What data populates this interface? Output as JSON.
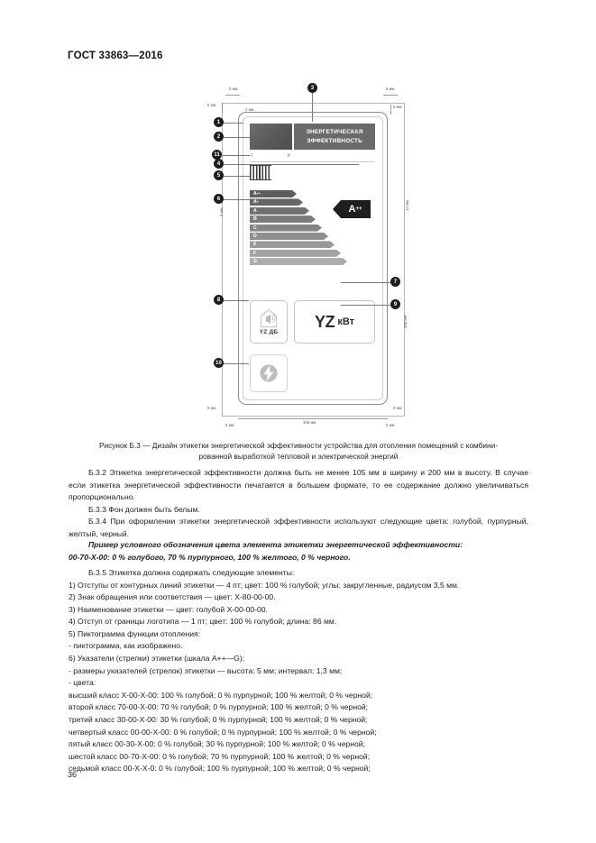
{
  "header": {
    "standard": "ГОСТ 33863—2016"
  },
  "page_number": "36",
  "figure": {
    "label": {
      "banner_line1": "ЭНЕРГЕТИЧЕСКАЯ",
      "banner_line2": "ЭФФЕКТИВНОСТЬ",
      "roman_one": "I",
      "roman_two": "II",
      "class_marker": "A",
      "class_marker_sup": "++",
      "sound_value": "YZ ДБ",
      "power_value": "YZ",
      "power_unit": "кВт",
      "scale": [
        {
          "label": "A",
          "sup": "++",
          "width": 52,
          "color": "#5d5d5d"
        },
        {
          "label": "A",
          "sup": "+",
          "width": 59,
          "color": "#676767"
        },
        {
          "label": "A",
          "sup": "",
          "width": 66,
          "color": "#717171"
        },
        {
          "label": "B",
          "sup": "",
          "width": 73,
          "color": "#7b7b7b"
        },
        {
          "label": "C",
          "sup": "",
          "width": 80,
          "color": "#858585"
        },
        {
          "label": "D",
          "sup": "",
          "width": 87,
          "color": "#8f8f8f"
        },
        {
          "label": "E",
          "sup": "",
          "width": 94,
          "color": "#999999"
        },
        {
          "label": "F",
          "sup": "",
          "width": 101,
          "color": "#a3a3a3"
        },
        {
          "label": "G",
          "sup": "",
          "width": 108,
          "color": "#adadad"
        }
      ]
    },
    "callouts": [
      {
        "n": "1"
      },
      {
        "n": "2"
      },
      {
        "n": "11"
      },
      {
        "n": "4"
      },
      {
        "n": "5"
      },
      {
        "n": "6"
      },
      {
        "n": "3"
      },
      {
        "n": "7"
      },
      {
        "n": "8"
      },
      {
        "n": "9"
      },
      {
        "n": "10"
      }
    ],
    "dimensions": {
      "top_left_5mm": "5 мм",
      "top_right_5mm": "5 мм",
      "left_5mm": "5 мм",
      "right_5mm": "5 мм",
      "inner_2mm": "2 мм",
      "inner_3mm": "3 мм",
      "scale_5mm": "5 мм",
      "marker_12mm": "12 мм",
      "height_200mm": "200 мм",
      "width_105mm": "105 мм",
      "bottom_left_5mm": "5 мм",
      "bottom_right_5mm": "5 мм",
      "bottom_left_5mm2": "5 мм",
      "bottom_right_5mm2": "5 мм"
    }
  },
  "caption": {
    "line1": "Рисунок Б.3 — Дизайн этикетки энергетической эффективности устройства для отопления помещений с комбини-",
    "line2": "рованной выработкой тепловой и электрической энергий"
  },
  "body": {
    "p1": "Б.3.2 Этикетка энергетической эффективности должна быть не менее 105 мм в ширину и 200 мм в высоту. В случае если этикетка энергетической эффективности печатается в большем формате, то ее содержание должно увеличиваться пропорционально.",
    "p2": "Б.3.3 Фон должен быть белым.",
    "p3": "Б.3.4 При оформлении этикетки энергетической эффективности используют следующие цвета: голубой, пурпурный, желтый, черный.",
    "example_line1": "Пример условного обозначения цвета элемента этикетки энергетической эффективности:",
    "example_line2": "00-70-X-00: 0 % голубого, 70 % пурпурного, 100 % желтого, 0 % черного.",
    "p4": "Б.3.5 Этикетка должна содержать следующие элементы:",
    "items": [
      "1) Отступы от контурных линий этикетки — 4 пт; цвет: 100 % голубой; углы: закругленные, радиусом 3,5 мм.",
      "2) Знак обращения или соответствия — цвет: X-80-00-00.",
      "3) Наименование этикетки — цвет: голубой X-00-00-00.",
      "4) Отступ от границы логотипа — 1 пт; цвет: 100 % голубой; длина: 86 мм.",
      "5) Пиктограмма функции отопления:",
      "- пиктограмма, как изображено.",
      "6) Указатели (стрелки) этикетки (шкала A++—G):",
      "- размеры указателей (стрелок) этикетки — высота: 5 мм; интервал: 1,3 мм;",
      "- цвета:",
      "высший класс X-00-X-00: 100 % голубой; 0 % пурпурной; 100 % желтой; 0 % черной;",
      "второй класс 70-00-X-00: 70 % голубой; 0 % пурпурной; 100 % желтой; 0 % черной;",
      "третий класс 30-00-X-00: 30 % голубой; 0 % пурпурной; 100 % желтой; 0 % черной;",
      "четвертый класс 00-00-X-00: 0 % голубой; 0 % пурпурной; 100 % желтой; 0 % черной;",
      "пятый класс 00-30-X-00: 0 % голубой; 30 % пурпурной; 100 % желтой; 0 % черной;",
      "шестой класс 00-70-X-00: 0 % голубой; 70 % пурпурной; 100 % желтой; 0 % черной;",
      "седьмой класс 00-X-X-0: 0 % голубой; 100 % пурпурной; 100 % желтой; 0 % черной;"
    ]
  }
}
